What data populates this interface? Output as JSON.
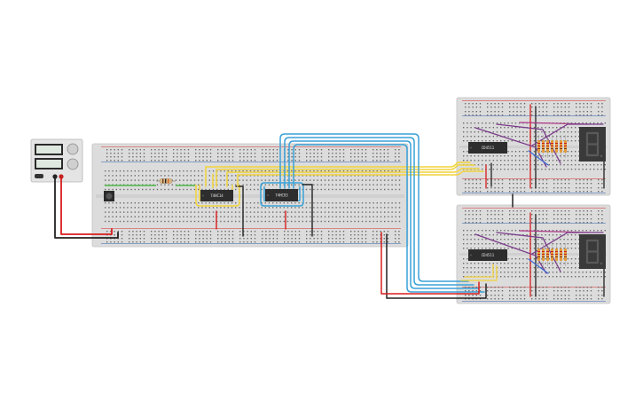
{
  "canvas": {
    "background": "#ffffff"
  },
  "power_supply": {
    "display_top": "",
    "display_bottom": ""
  },
  "main_breadboard": {
    "chips": [
      {
        "label": "74HC14"
      },
      {
        "label": "74HC93"
      }
    ]
  },
  "display_boards": [
    {
      "decoder_label": "CD4511"
    },
    {
      "decoder_label": "CD4511"
    }
  ],
  "colors": {
    "breadboard": "#dcdcdc",
    "rail_red": "#d62a2a",
    "rail_blue": "#2c5fb0",
    "wire_yellow": "#f2d43a",
    "wire_blue": "#3aa1d8",
    "wire_red": "#d81d1d",
    "wire_black": "#222222",
    "wire_green": "#4cb847",
    "wire_purple": "#7a3a8a",
    "chip": "#2d2d2d",
    "segment_display": "#3a3a3a"
  }
}
